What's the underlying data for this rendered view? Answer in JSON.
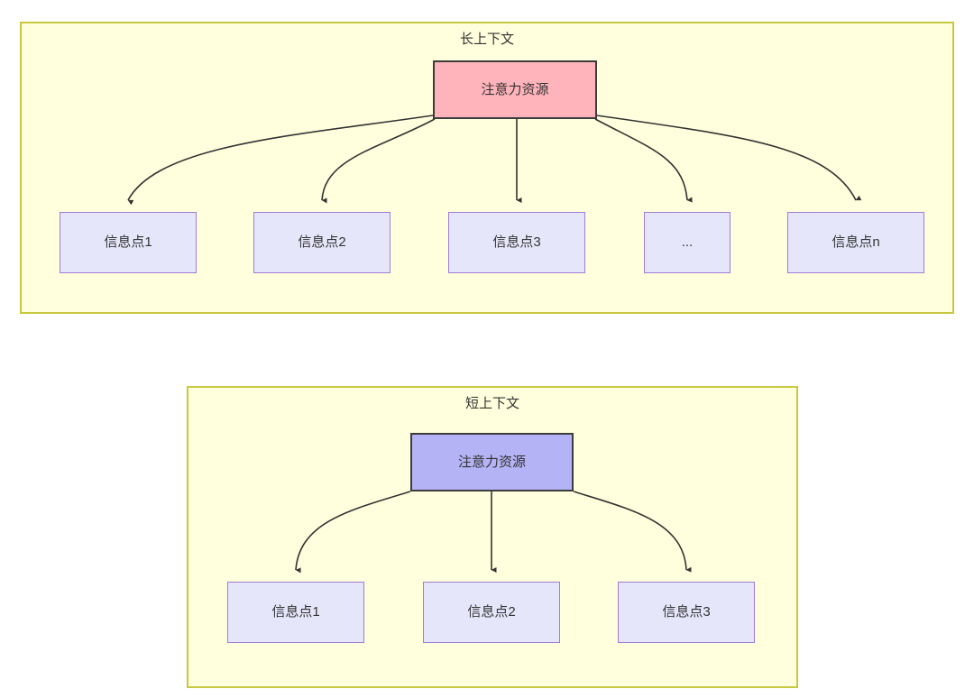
{
  "diagram": {
    "type": "flow-diagram",
    "background_color": "#ffffff",
    "panels": [
      {
        "id": "long-context",
        "title": "长上下文",
        "fill_color": "#ffffdd",
        "border_color": "#c8c840",
        "root": {
          "label": "注意力资源",
          "fill_color": "#ffb3ba",
          "border_color": "#3c3c3c"
        },
        "children": [
          {
            "label": "信息点1"
          },
          {
            "label": "信息点2"
          },
          {
            "label": "信息点3"
          },
          {
            "label": "..."
          },
          {
            "label": "信息点n"
          }
        ],
        "child_fill_color": "#e6e6fb",
        "child_border_color": "#9f7bd6",
        "edge_count": 5,
        "edge_color": "#333333"
      },
      {
        "id": "short-context",
        "title": "短上下文",
        "fill_color": "#ffffdd",
        "border_color": "#c8c840",
        "root": {
          "label": "注意力资源",
          "fill_color": "#b3b3f5",
          "border_color": "#3c3c3c"
        },
        "children": [
          {
            "label": "信息点1"
          },
          {
            "label": "信息点2"
          },
          {
            "label": "信息点3"
          }
        ],
        "child_fill_color": "#e6e6fb",
        "child_border_color": "#9f7bd6",
        "edge_count": 3,
        "edge_color": "#333333"
      }
    ]
  }
}
